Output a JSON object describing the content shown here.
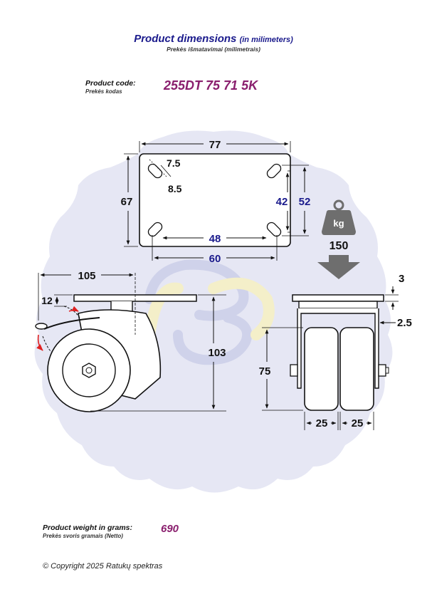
{
  "header": {
    "title": "Product dimensions",
    "title_unit": "(in milimeters)",
    "subtitle": "Prekės išmatavimai (milimetrais)"
  },
  "product": {
    "code_label": "Product code:",
    "code_label_sub": "Prekės kodas",
    "code": "255DT 75 71 5K"
  },
  "dimensions": {
    "plate_width": "77",
    "plate_height": "67",
    "slot_width": "7.5",
    "slot_length": "8.5",
    "hole_spacing_x": "48",
    "hole_spacing_y": "42",
    "hole_pitch_y": "52",
    "hole_pitch_x": "60",
    "offset": "105",
    "brake_height": "12",
    "total_height": "103",
    "plate_thickness": "3",
    "bracket_thickness": "2.5",
    "wheel_diameter": "75",
    "wheel_width_left": "25",
    "wheel_width_right": "25"
  },
  "load": {
    "icon_text": "kg",
    "value": "150"
  },
  "weight": {
    "label": "Product weight in grams:",
    "label_sub": "Prekės svoris gramais (Netto)",
    "value": "690"
  },
  "footer": {
    "copyright": "© Copyright 2025 Ratukų spektras"
  },
  "colors": {
    "watermark": "#e6e7f4",
    "dimension_blue": "#1a1a8c",
    "brake_red": "#e02020",
    "load_arrow": "#6e6e6e"
  }
}
